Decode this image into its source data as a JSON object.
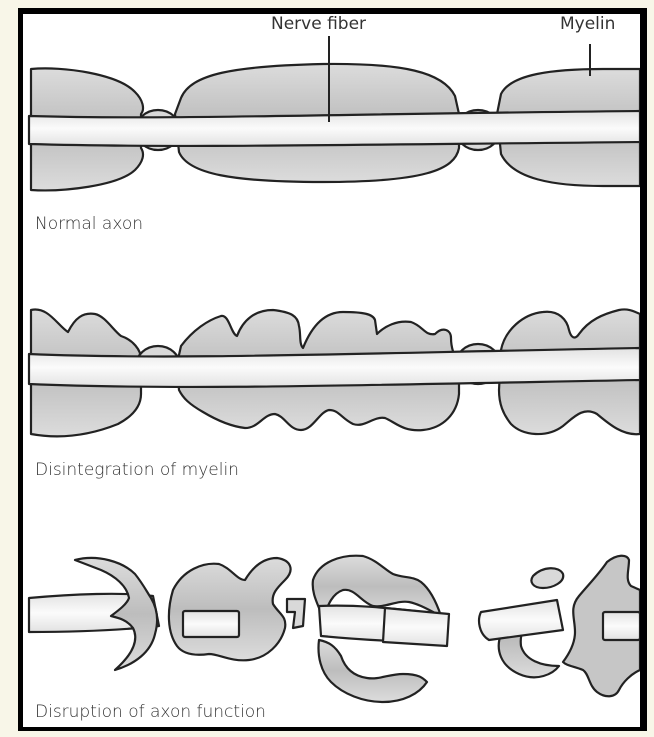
{
  "labels": {
    "nerve_fiber": "Nerve fiber",
    "myelin": "Myelin"
  },
  "captions": {
    "normal": "Normal axon",
    "disintegration": "Disintegration of myelin",
    "disruption": "Disruption of axon function"
  },
  "colors": {
    "background": "#f8f6e8",
    "frame": "#000000",
    "panel": "#ffffff",
    "myelin_fill": "#d3d3d3",
    "myelin_dark": "#b9b9b9",
    "axon_fill": "#f3f3f3",
    "outline": "#222222"
  }
}
